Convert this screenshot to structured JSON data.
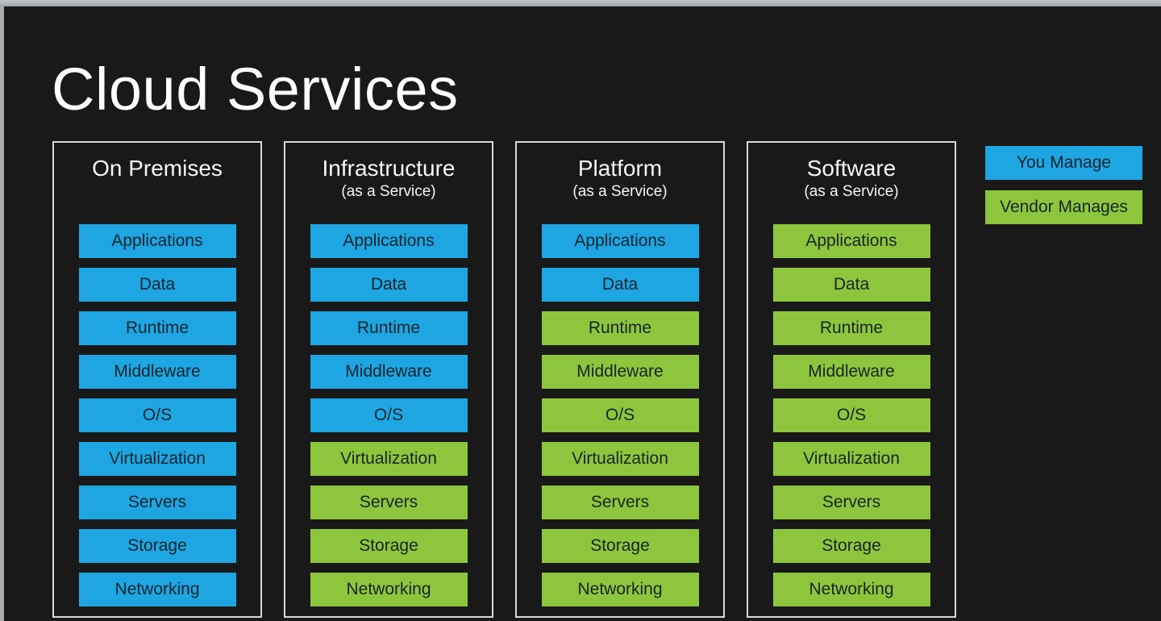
{
  "page": {
    "title": "Cloud Services"
  },
  "colors": {
    "background": "#191919",
    "frame_top": "#c6c9cc",
    "frame_left": "#a9adb0",
    "you_manage_blue": "#1da6e2",
    "vendor_manages_green": "#8dc63c",
    "box_text_dark": "#18242d",
    "column_border": "#d9d9d9",
    "heading_text": "#f5f5f5"
  },
  "legend": {
    "items": [
      {
        "label": "You Manage",
        "manager": "you"
      },
      {
        "label": "Vendor Manages",
        "manager": "vendor"
      }
    ]
  },
  "columns": [
    {
      "title": "On Premises",
      "subtitle": "",
      "boxes": [
        {
          "label": "Applications",
          "manager": "you"
        },
        {
          "label": "Data",
          "manager": "you"
        },
        {
          "label": "Runtime",
          "manager": "you"
        },
        {
          "label": "Middleware",
          "manager": "you"
        },
        {
          "label": "O/S",
          "manager": "you"
        },
        {
          "label": "Virtualization",
          "manager": "you"
        },
        {
          "label": "Servers",
          "manager": "you"
        },
        {
          "label": "Storage",
          "manager": "you"
        },
        {
          "label": "Networking",
          "manager": "you"
        }
      ]
    },
    {
      "title": "Infrastructure",
      "subtitle": "(as a Service)",
      "boxes": [
        {
          "label": "Applications",
          "manager": "you"
        },
        {
          "label": "Data",
          "manager": "you"
        },
        {
          "label": "Runtime",
          "manager": "you"
        },
        {
          "label": "Middleware",
          "manager": "you"
        },
        {
          "label": "O/S",
          "manager": "you"
        },
        {
          "label": "Virtualization",
          "manager": "vendor"
        },
        {
          "label": "Servers",
          "manager": "vendor"
        },
        {
          "label": "Storage",
          "manager": "vendor"
        },
        {
          "label": "Networking",
          "manager": "vendor"
        }
      ]
    },
    {
      "title": "Platform",
      "subtitle": "(as a Service)",
      "boxes": [
        {
          "label": "Applications",
          "manager": "you"
        },
        {
          "label": "Data",
          "manager": "you"
        },
        {
          "label": "Runtime",
          "manager": "vendor"
        },
        {
          "label": "Middleware",
          "manager": "vendor"
        },
        {
          "label": "O/S",
          "manager": "vendor"
        },
        {
          "label": "Virtualization",
          "manager": "vendor"
        },
        {
          "label": "Servers",
          "manager": "vendor"
        },
        {
          "label": "Storage",
          "manager": "vendor"
        },
        {
          "label": "Networking",
          "manager": "vendor"
        }
      ]
    },
    {
      "title": "Software",
      "subtitle": "(as a Service)",
      "boxes": [
        {
          "label": "Applications",
          "manager": "vendor"
        },
        {
          "label": "Data",
          "manager": "vendor"
        },
        {
          "label": "Runtime",
          "manager": "vendor"
        },
        {
          "label": "Middleware",
          "manager": "vendor"
        },
        {
          "label": "O/S",
          "manager": "vendor"
        },
        {
          "label": "Virtualization",
          "manager": "vendor"
        },
        {
          "label": "Servers",
          "manager": "vendor"
        },
        {
          "label": "Storage",
          "manager": "vendor"
        },
        {
          "label": "Networking",
          "manager": "vendor"
        }
      ]
    }
  ]
}
